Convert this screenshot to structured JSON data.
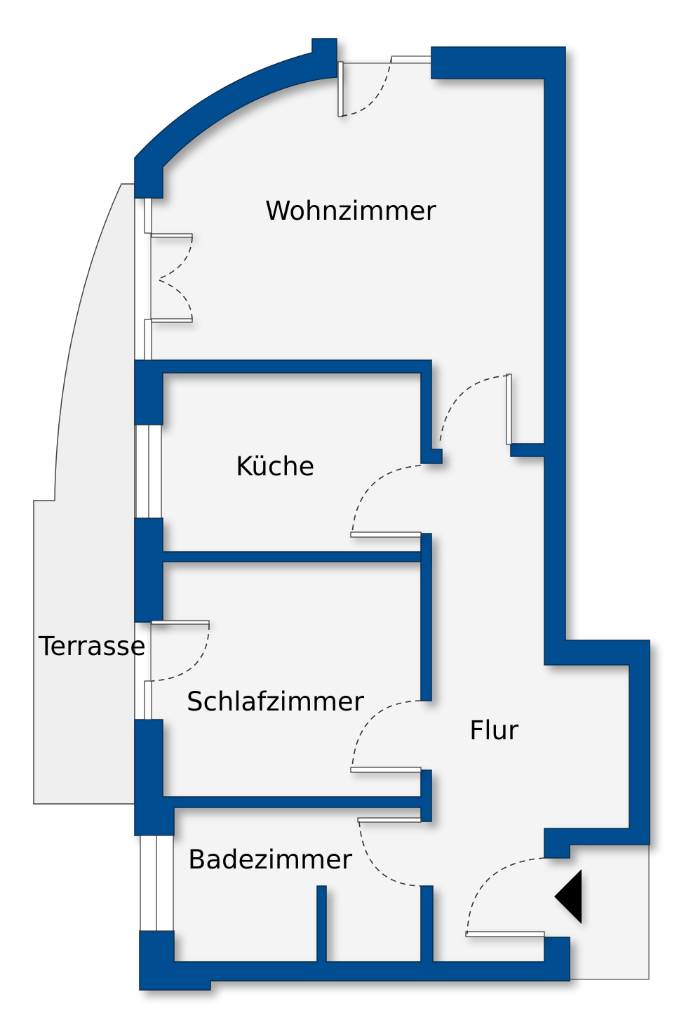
{
  "colors": {
    "wall": "#034E92",
    "wall_outline": "#0b2a4a",
    "floor": "#f4f4f4",
    "terrace": "#eeeeee",
    "line": "#333333",
    "entrance_marker": "#000000"
  },
  "rooms": [
    {
      "id": "wohnzimmer",
      "label": "Wohnzimmer"
    },
    {
      "id": "kueche",
      "label": "Küche"
    },
    {
      "id": "terrasse",
      "label": "Terrasse"
    },
    {
      "id": "schlafzimmer",
      "label": "Schlafzimmer"
    },
    {
      "id": "flur",
      "label": "Flur"
    },
    {
      "id": "badezimmer",
      "label": "Badezimmer"
    }
  ],
  "entrance": {
    "icon": "entrance-triangle-icon"
  }
}
